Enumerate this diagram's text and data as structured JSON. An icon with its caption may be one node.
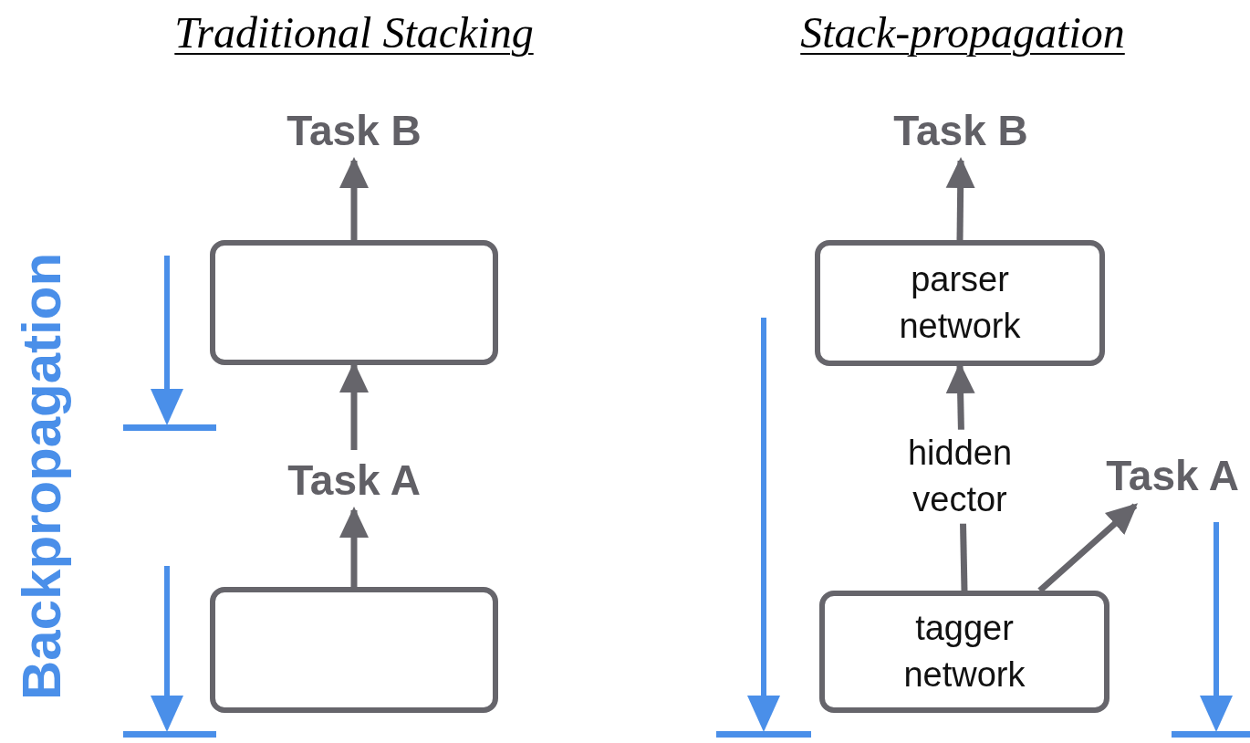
{
  "diagram": {
    "nodes": [
      {
        "text": [
          "Task B"
        ]
      },
      {
        "text": [],
        "shape": "box"
      },
      {
        "text": [
          "Task A"
        ]
      },
      {
        "text": [],
        "shape": "box"
      },
      {
        "text": [
          "Task B"
        ]
      },
      {
        "text": [
          "parser network"
        ]
      },
      {
        "text": [
          "tagger network"
        ]
      },
      {
        "text": [
          "Task A"
        ]
      }
    ],
    "edges": [
      {
        "from": 1,
        "to": 0,
        "arrow": "to"
      },
      {
        "from": 2,
        "to": 1,
        "arrow": "to"
      },
      {
        "from": 3,
        "to": 2,
        "arrow": "to"
      },
      {
        "from": 5,
        "to": 4,
        "arrow": "to"
      },
      {
        "from": 6,
        "to": 5,
        "arrow": "to",
        "label": "hidden vector"
      },
      {
        "from": 6,
        "to": 7,
        "arrow": "to"
      }
    ],
    "labels": [
      "Traditional Stacking",
      "Stack-propagation",
      "Backpropagation"
    ]
  }
}
